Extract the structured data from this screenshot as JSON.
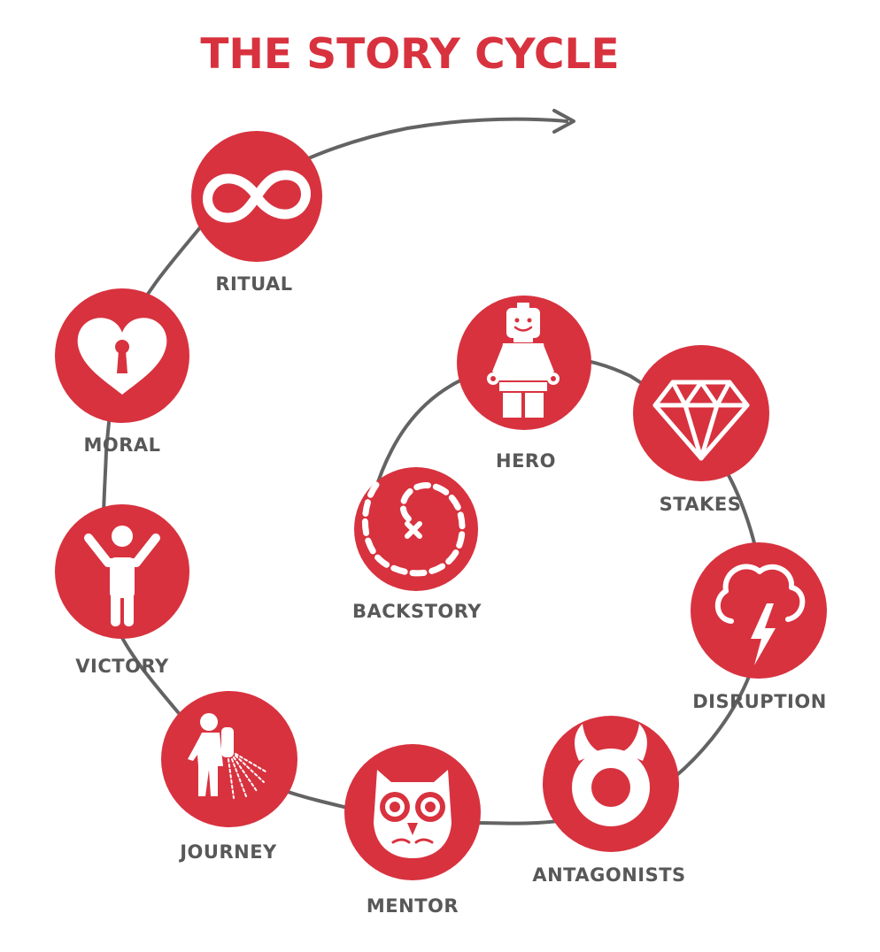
{
  "title": "THE STORY CYCLE",
  "colors": {
    "accent": "#d8323f",
    "line": "#636363",
    "label": "#585858",
    "icon": "#ffffff"
  },
  "steps": [
    {
      "label": "BACKSTORY",
      "icon": "treasure-map-path-icon"
    },
    {
      "label": "HERO",
      "icon": "lego-figure-icon"
    },
    {
      "label": "STAKES",
      "icon": "diamond-icon"
    },
    {
      "label": "DISRUPTION",
      "icon": "storm-cloud-lightning-icon"
    },
    {
      "label": "ANTAGONISTS",
      "icon": "horned-monster-icon"
    },
    {
      "label": "MENTOR",
      "icon": "owl-icon"
    },
    {
      "label": "JOURNEY",
      "icon": "jetpack-person-icon"
    },
    {
      "label": "VICTORY",
      "icon": "arms-raised-person-icon"
    },
    {
      "label": "MORAL",
      "icon": "heart-keyhole-icon"
    },
    {
      "label": "RITUAL",
      "icon": "infinity-icon"
    }
  ]
}
